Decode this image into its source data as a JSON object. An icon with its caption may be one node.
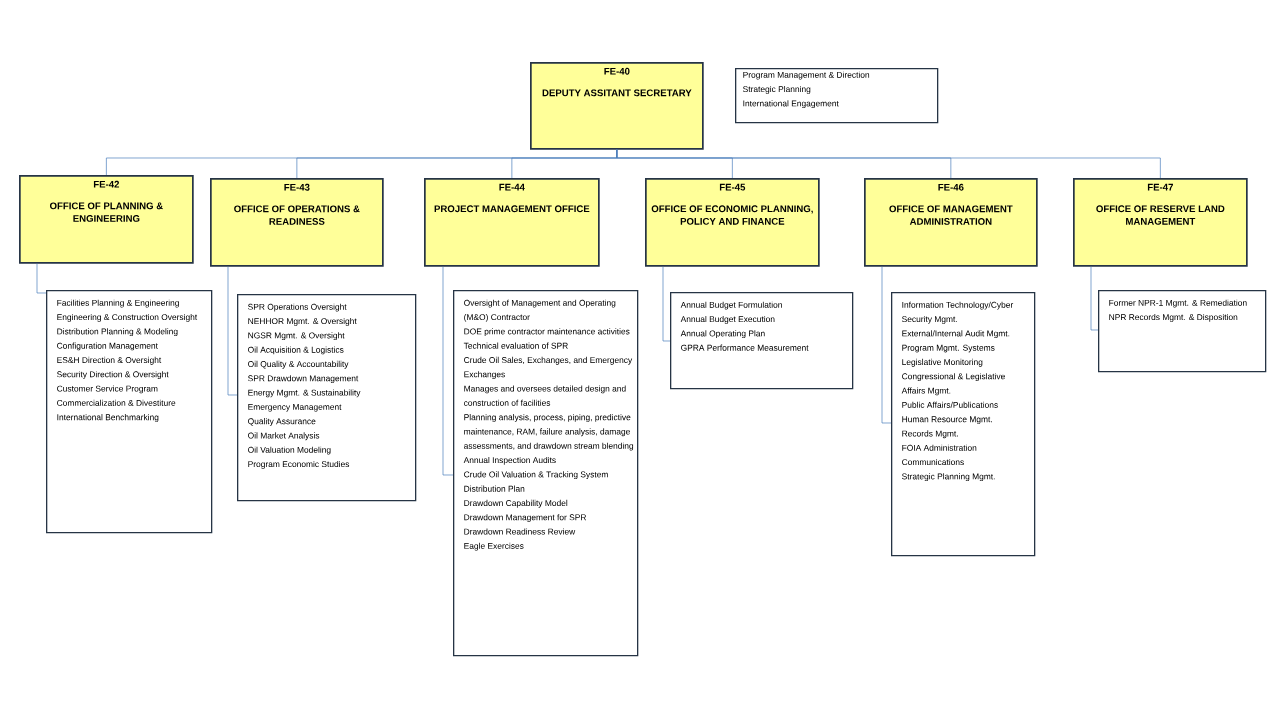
{
  "diagram": {
    "nodes": [
      {
        "text": [
          "FE-40",
          "DEPUTY ASSITANT SECRETARY"
        ]
      },
      {
        "text": [
          "Program Management & Direction",
          "Strategic Planning",
          "International Engagement"
        ]
      },
      {
        "text": [
          "FE-42",
          "OFFICE OF PLANNING & ENGINEERING"
        ]
      },
      {
        "text": [
          "FE-43",
          "OFFICE OF OPERATIONS & READINESS"
        ]
      },
      {
        "text": [
          "FE-44",
          "PROJECT MANAGEMENT OFFICE"
        ]
      },
      {
        "text": [
          "FE-45",
          "OFFICE OF ECONOMIC PLANNING, POLICY AND FINANCE"
        ]
      },
      {
        "text": [
          "FE-46",
          "OFFICE OF MANAGEMENT ADMINISTRATION"
        ]
      },
      {
        "text": [
          "FE-47",
          "OFFICE OF RESERVE LAND MANAGEMENT"
        ]
      },
      {
        "text": [
          "Facilities Planning & Engineering",
          "Engineering & Construction Oversight",
          "Distribution Planning & Modeling",
          "Configuration Management",
          "ES&H Direction & Oversight",
          "Security Direction & Oversight",
          "Customer Service Program",
          "Commercialization & Divestiture",
          "International Benchmarking"
        ]
      },
      {
        "text": [
          "SPR Operations Oversight",
          "NEHHOR Mgmt. & Oversight",
          "NGSR Mgmt. & Oversight",
          "Oil Acquisition & Logistics",
          "Oil Quality & Accountability",
          "SPR Drawdown Management",
          "Energy Mgmt. & Sustainability",
          "Emergency Management",
          "Quality Assurance",
          "Oil Market Analysis",
          "Oil Valuation Modeling",
          "Program Economic Studies"
        ]
      },
      {
        "text": [
          "Oversight of Management and Operating (M&O) Contractor",
          "DOE prime contractor maintenance activities",
          "Technical evaluation of SPR",
          "Crude Oil Sales, Exchanges, and Emergency Exchanges",
          "Manages and oversees detailed design and construction of facilities",
          "Planning analysis, process, piping, predictive maintenance, RAM, failure analysis, damage assessments, and drawdown stream blending",
          "Annual Inspection Audits",
          "Crude Oil Valuation & Tracking System",
          "Distribution Plan",
          "Drawdown Capability Model",
          "Drawdown Management for SPR",
          "Drawdown Readiness Review",
          "Eagle Exercises"
        ]
      },
      {
        "text": [
          "Annual Budget Formulation",
          "Annual Budget Execution",
          "Annual Operating Plan",
          "GPRA Performance Measurement"
        ]
      },
      {
        "text": [
          "Information Technology/Cyber Security Mgmt.",
          "External/Internal Audit Mgmt.",
          "Program Mgmt. Systems",
          "Legislative Monitoring",
          "Congressional & Legislative Affairs Mgmt.",
          "Public Affairs/Publications",
          "Human Resource Mgmt.",
          "Records Mgmt.",
          "FOIA Administration",
          "Communications",
          "Strategic Planning Mgmt."
        ]
      },
      {
        "text": [
          "Former NPR-1 Mgmt. & Remediation",
          "NPR Records Mgmt. & Disposition"
        ]
      }
    ],
    "edges": [
      {
        "from": 0,
        "to": 2,
        "arrow": "none"
      },
      {
        "from": 0,
        "to": 3,
        "arrow": "none"
      },
      {
        "from": 0,
        "to": 4,
        "arrow": "none"
      },
      {
        "from": 0,
        "to": 5,
        "arrow": "none"
      },
      {
        "from": 0,
        "to": 6,
        "arrow": "none"
      },
      {
        "from": 0,
        "to": 7,
        "arrow": "none"
      },
      {
        "from": 2,
        "to": 8,
        "arrow": "none"
      },
      {
        "from": 3,
        "to": 9,
        "arrow": "none"
      },
      {
        "from": 4,
        "to": 10,
        "arrow": "none"
      },
      {
        "from": 5,
        "to": 11,
        "arrow": "none"
      },
      {
        "from": 6,
        "to": 12,
        "arrow": "none"
      },
      {
        "from": 7,
        "to": 13,
        "arrow": "none"
      }
    ]
  }
}
